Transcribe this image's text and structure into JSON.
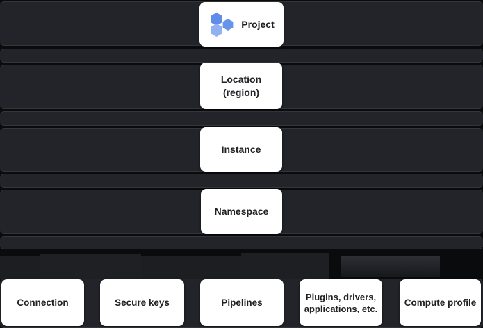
{
  "diagram": {
    "type": "resource-hierarchy",
    "levels": [
      "Project",
      "Location (region)",
      "Instance",
      "Namespace"
    ],
    "namespace_children": [
      "Connection",
      "Secure keys",
      "Pipelines",
      "Plugins, drivers, applications, etc.",
      "Compute profile"
    ],
    "nodes": {
      "project": {
        "label": "Project",
        "icon": "hexagon-cluster-icon"
      },
      "location": {
        "label": "Location\n(region)"
      },
      "instance": {
        "label": "Instance"
      },
      "namespace": {
        "label": "Namespace"
      },
      "connection": {
        "label": "Connection"
      },
      "secure_keys": {
        "label": "Secure keys"
      },
      "pipelines": {
        "label": "Pipelines"
      },
      "plugins": {
        "label": "Plugins, drivers,\napplications, etc."
      },
      "compute_profile": {
        "label": "Compute profile"
      }
    },
    "colors": {
      "background": "#0a0b0d",
      "row_band": "#222429",
      "row_band_edge": "#33363b",
      "node_background": "#ffffff",
      "node_text": "#202124",
      "icon_blue": "#5f8ce8",
      "icon_blue_medium": "#6694ea",
      "icon_blue_light": "#92b1f3"
    }
  }
}
